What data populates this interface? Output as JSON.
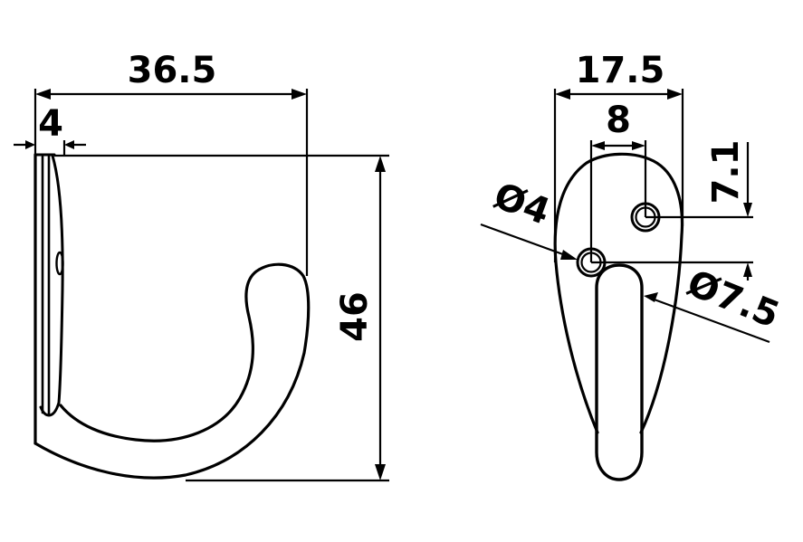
{
  "drawing": {
    "background": "#ffffff",
    "line_color": "#000000",
    "views": [
      {
        "name": "side-view",
        "dimensions": {
          "overall_width": "36.5",
          "plate_thickness": "4",
          "overall_height": "46"
        }
      },
      {
        "name": "front-view",
        "dimensions": {
          "plate_width": "17.5",
          "hole_spacing_horizontal": "8",
          "hole_spacing_vertical": "7.1",
          "hole_diameter": "Ø4",
          "hook_diameter": "Ø7.5"
        }
      }
    ]
  }
}
